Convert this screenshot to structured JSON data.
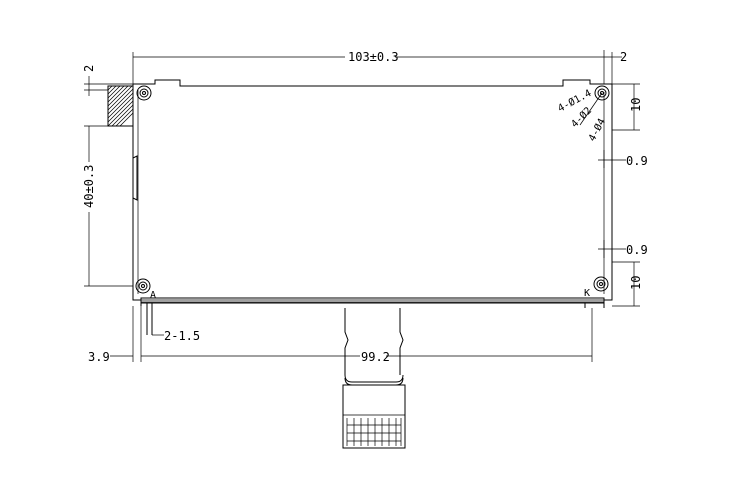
{
  "dimensions": {
    "width": "103±0.3",
    "height": "40±0.3",
    "top_offset": "2",
    "left_offset": "2",
    "right_hole_top": "10",
    "right_gap_upper": "0.9",
    "right_gap_lower": "0.9",
    "right_hole_bottom": "10",
    "pin_pitch": "2-1.5",
    "left_margin": "3.9",
    "bottom_span": "99.2"
  },
  "holes": {
    "hole_1": "4-Ø1.4",
    "hole_2": "4-Ø2",
    "hole_3": "4-Ø4"
  },
  "pins": {
    "anode": "A",
    "cathode": "K"
  }
}
